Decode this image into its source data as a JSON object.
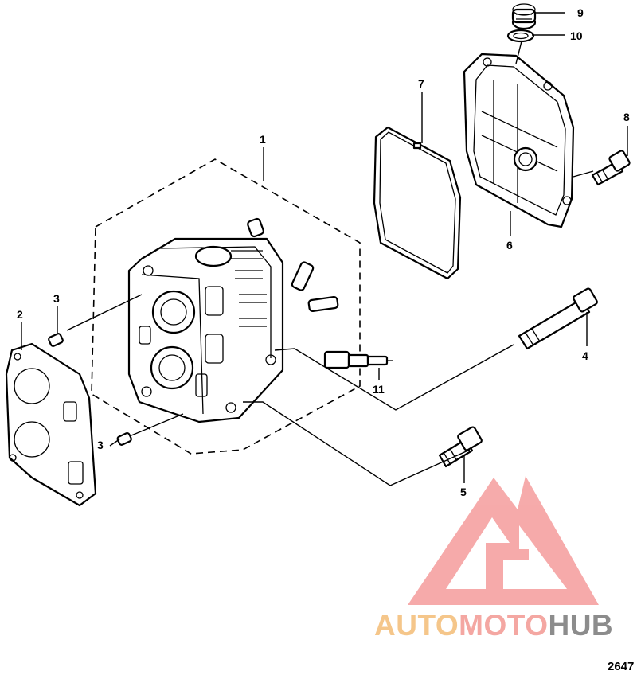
{
  "callouts": {
    "c1": "1",
    "c2": "2",
    "c3a": "3",
    "c3b": "3",
    "c4": "4",
    "c5": "5",
    "c6": "6",
    "c7": "7",
    "c8": "8",
    "c9": "9",
    "c10": "10",
    "c11": "11"
  },
  "watermark": {
    "text_auto": "AUTO",
    "text_moto": "MOTO",
    "text_hub": "HUB",
    "color_auto": "#f5c68a",
    "color_moto": "#f4a7a2",
    "color_hub": "#8c8c8c",
    "logo_color": "#f59c9c"
  },
  "figure_number": "2647"
}
